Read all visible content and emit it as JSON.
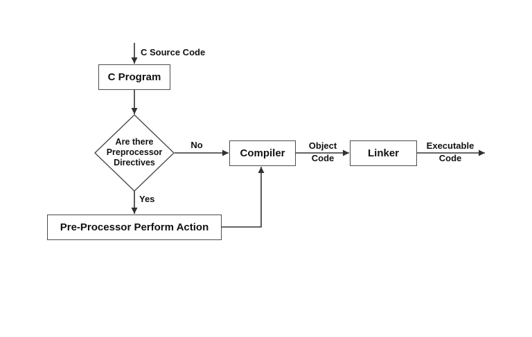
{
  "theme": {
    "background": "#ffffff",
    "line-color": "#303030",
    "box-border-color": "#4a4a4a",
    "box-fill": "#ffffff",
    "text-color": "#111111"
  },
  "diagram": {
    "type": "flowchart",
    "topic": "C program compilation process",
    "nodes": {
      "c_program": {
        "label": "C Program",
        "shape": "rect"
      },
      "decision": {
        "shape": "diamond",
        "line1": "Are there",
        "line2": "Preprocessor",
        "line3": "Directives"
      },
      "compiler": {
        "label": "Compiler",
        "shape": "rect"
      },
      "linker": {
        "label": "Linker",
        "shape": "rect"
      },
      "pre_processor": {
        "label": "Pre-Processor Perform Action",
        "shape": "rect"
      }
    },
    "labels": {
      "input": "C Source Code",
      "no": "No",
      "yes": "Yes",
      "object_code": {
        "line1": "Object",
        "line2": "Code"
      },
      "executable_code": {
        "line1": "Executable",
        "line2": "Code"
      }
    },
    "edges": [
      {
        "from": "start",
        "to": "c_program",
        "label": "C Source Code"
      },
      {
        "from": "c_program",
        "to": "decision",
        "label": ""
      },
      {
        "from": "decision",
        "to": "compiler",
        "label": "No"
      },
      {
        "from": "decision",
        "to": "pre_processor",
        "label": "Yes"
      },
      {
        "from": "pre_processor",
        "to": "compiler",
        "label": ""
      },
      {
        "from": "compiler",
        "to": "linker",
        "label": "Object Code"
      },
      {
        "from": "linker",
        "to": "end",
        "label": "Executable Code"
      }
    ]
  }
}
